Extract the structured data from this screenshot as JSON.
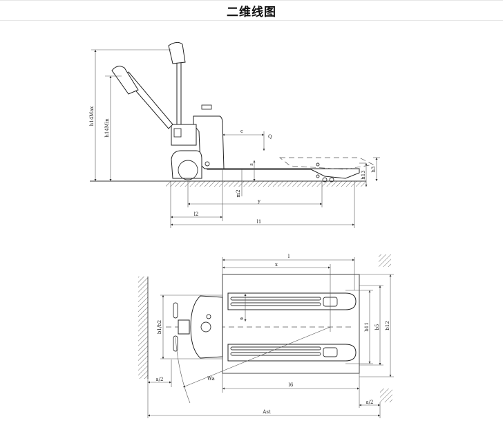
{
  "title": "二维线图",
  "side_view": {
    "name": "Side elevation",
    "dimensions": {
      "h14_max": "h14Max",
      "h14_min": "h14Min",
      "c": "c",
      "Q": "Q",
      "s": "s",
      "m2": "m2",
      "y": "y",
      "l2": "l2",
      "l1": "l1",
      "h13": "h13",
      "h3": "h3"
    }
  },
  "top_view": {
    "name": "Plan view",
    "dimensions": {
      "l": "l",
      "x": "x",
      "e": "e",
      "b1_b2": "b1/b2",
      "b11": "b11",
      "b5": "b5",
      "b12": "b12",
      "Wa": "Wa",
      "a_half_left": "a/2",
      "a_half_right": "a/2",
      "l6": "l6",
      "Ast": "Ast"
    }
  }
}
